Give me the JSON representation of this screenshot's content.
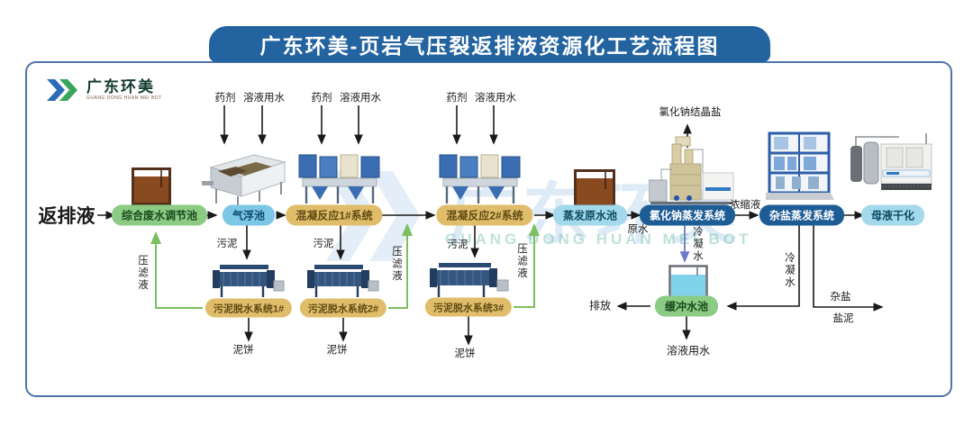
{
  "title": "广东环美-页岩气压裂返排液资源化工艺流程图",
  "logo": {
    "name": "广东环美",
    "tagline": "GUANG DONG HUAN MEI BOT"
  },
  "watermark": {
    "text": "广东环美",
    "subtext": "GUANG DONG HUAN MEI BOT"
  },
  "feed": {
    "label": "返排液"
  },
  "dosing": {
    "agent": "药剂",
    "water": "溶液用水"
  },
  "stages": [
    {
      "label": "综合废水调节池",
      "color": "#8ccb84"
    },
    {
      "label": "气浮池",
      "color": "#7cc6e6"
    },
    {
      "label": "混凝反应1#系统",
      "color": "#e0bd6a"
    },
    {
      "label": "混凝反应2#系统",
      "color": "#e0bd6a"
    },
    {
      "label": "蒸发原水池",
      "color": "#a3d9ea"
    },
    {
      "label": "氯化钠蒸发系统",
      "color": "#1d5c94"
    },
    {
      "label": "杂盐蒸发系统",
      "color": "#1d5c94"
    },
    {
      "label": "母液干化",
      "color": "#a3d9ea"
    }
  ],
  "sludge_systems": [
    {
      "label": "污泥脱水系统1#"
    },
    {
      "label": "污泥脱水系统2#"
    },
    {
      "label": "污泥脱水系统3#"
    }
  ],
  "buffer_pool": {
    "label": "缓冲水池"
  },
  "streams": {
    "sludge": "污泥",
    "mud_cake": "泥饼",
    "press_filtrate": "压滤液",
    "raw_water": "原水",
    "concentrate": "浓缩液",
    "nacl_crystal_salt": "氯化钠结晶盐",
    "condensate": "冷凝水",
    "discharge": "排放",
    "solution_water": "溶液用水",
    "mixed_salt": "杂盐",
    "salt_mud": "盐泥"
  },
  "colors": {
    "banner_blue": "#2263a0",
    "frame_border": "#4f74a8",
    "green_pill": "#8ccb84",
    "light_blue_pill": "#7cc6e6",
    "tan_pill": "#e0bd6a",
    "cyan_pill": "#a3d9ea",
    "dark_blue_pill": "#1d5c94",
    "filtrate_line_green": "#7cbf5f",
    "condensate_line_blue": "#6b7ac9",
    "tank_liquid_brown": "#8a4a20"
  }
}
